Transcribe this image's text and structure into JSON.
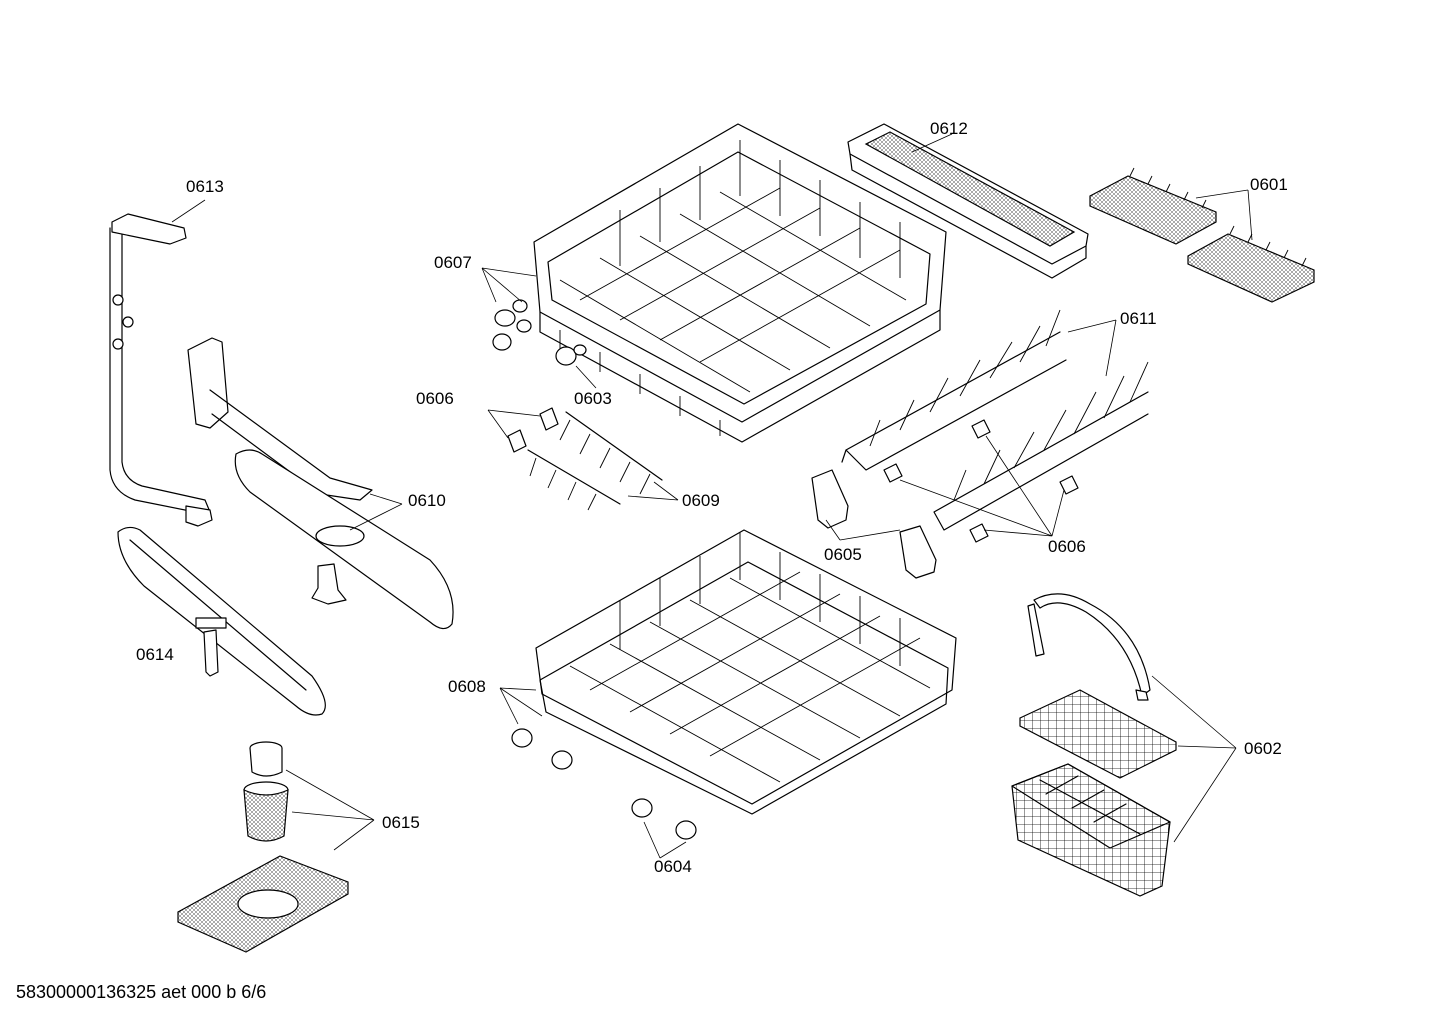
{
  "drawing": {
    "document_code": "58300000136325 aet 000 b 6/6",
    "part_labels": {
      "p0601": "0601",
      "p0602": "0602",
      "p0603": "0603",
      "p0604": "0604",
      "p0605": "0605",
      "p0606a": "0606",
      "p0606b": "0606",
      "p0607": "0607",
      "p0608": "0608",
      "p0609": "0609",
      "p0610": "0610",
      "p0611": "0611",
      "p0612": "0612",
      "p0613": "0613",
      "p0614": "0614",
      "p0615": "0615"
    }
  }
}
